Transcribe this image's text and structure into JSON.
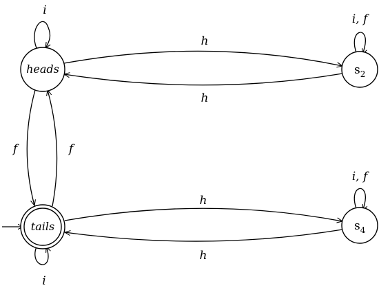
{
  "states": {
    "heads": "heads",
    "tails": "tails",
    "s2": {
      "base": "s",
      "sub": "2"
    },
    "s4": {
      "base": "s",
      "sub": "4"
    }
  },
  "labels": {
    "heads_loop": "i",
    "tails_loop": "i",
    "s2_loop": "i, f",
    "s4_loop": "i, f",
    "heads_to_s2": "h",
    "s2_to_heads": "h",
    "heads_to_tails": "f",
    "tails_to_heads": "f",
    "tails_to_s4": "h",
    "s4_to_tails": "h"
  },
  "initial_state": "tails",
  "accepting_states": [
    "tails"
  ]
}
